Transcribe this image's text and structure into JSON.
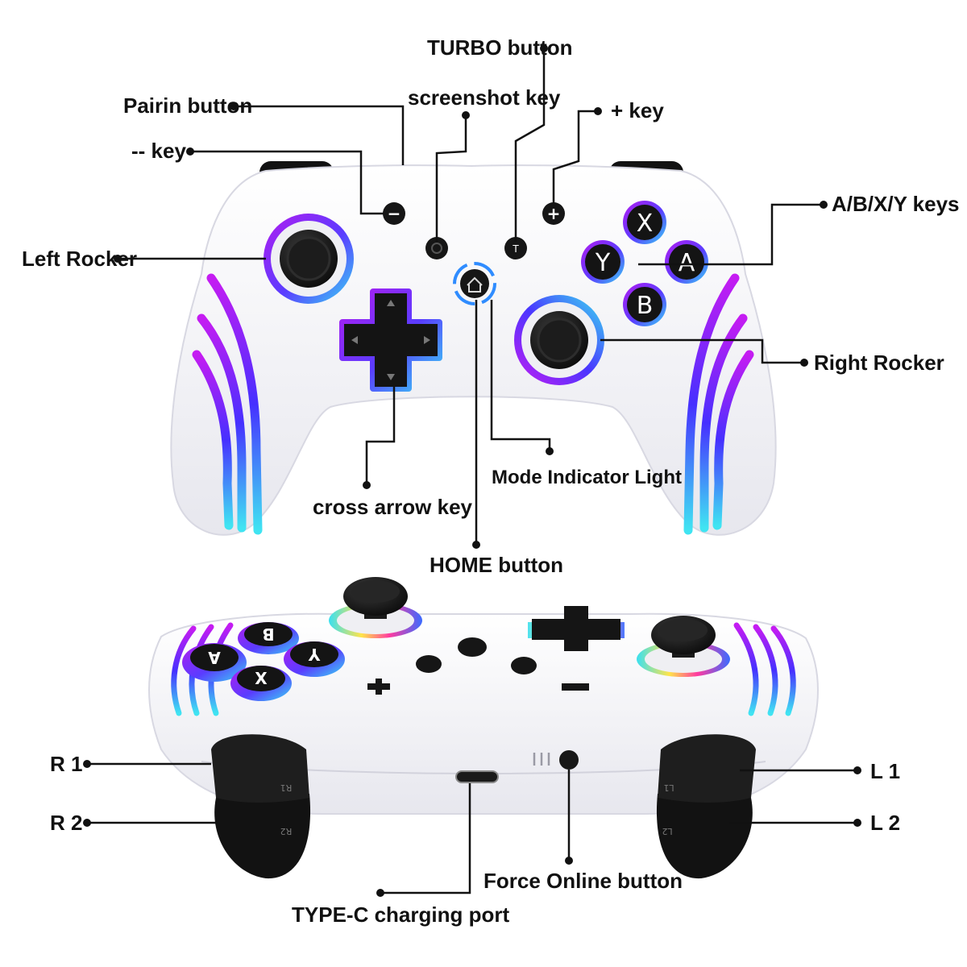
{
  "labels": {
    "turbo": "TURBO button",
    "pairing": "Pairin button",
    "screenshot": "screenshot key",
    "plus_key": "+ key",
    "minus_key": "-- key",
    "abxy": "A/B/X/Y keys",
    "left_rocker": "Left Rocker",
    "right_rocker": "Right Rocker",
    "cross_arrow": "cross arrow key",
    "mode_light": "Mode Indicator Light",
    "home": "HOME button",
    "r1": "R 1",
    "r2": "R 2",
    "l1": "L 1",
    "l2": "L 2",
    "force_online": "Force Online button",
    "type_c": "TYPE-C charging port"
  },
  "face_buttons": {
    "x": "X",
    "y": "Y",
    "a": "A",
    "b": "B"
  },
  "small_buttons": {
    "minus": "−",
    "plus": "+",
    "turbo": "T"
  },
  "trigger_marks": {
    "r1": "R1",
    "r2": "R2",
    "l1": "L1",
    "l2": "L2"
  },
  "colors": {
    "body": "#f4f4f8",
    "black": "#121212",
    "purple": "#c21cf0",
    "blue": "#3b2bff",
    "cyan": "#3ae0f0",
    "line": "#111111"
  },
  "icons": [
    "home-icon",
    "screenshot-icon",
    "dpad-icon"
  ]
}
